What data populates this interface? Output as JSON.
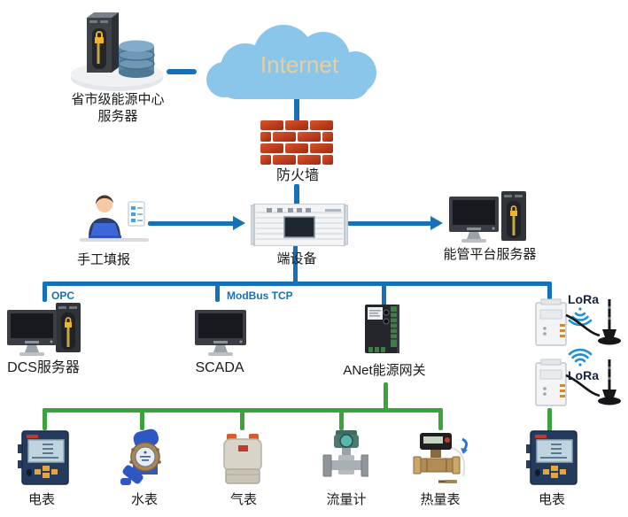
{
  "colors": {
    "line_blue": "#1572B9",
    "line_green": "#3CA23C",
    "cloud_fill": "#8AC6EA",
    "internet_text": "#EBCD9C",
    "brick_red": "#C24323",
    "label_text": "#1A1A1A",
    "protocol_text": "#1572B9"
  },
  "nodes": {
    "energy_center_server": {
      "label_line1": "省市级能源中心",
      "label_line2": "服务器"
    },
    "internet_cloud": {
      "label": "Internet"
    },
    "firewall": {
      "label": "防火墙"
    },
    "manual_entry": {
      "label": "手工填报"
    },
    "end_device": {
      "label": "端设备"
    },
    "energy_platform_server": {
      "label": "能管平台服务器"
    },
    "dcs_server": {
      "label": "DCS服务器"
    },
    "scada": {
      "label": "SCADA"
    },
    "anet_gateway": {
      "label": "ANet能源网关"
    },
    "lora_top": {
      "label": "LoRa"
    },
    "lora_bottom": {
      "label": "LoRa"
    },
    "electric_meter_left": {
      "label": "电表"
    },
    "water_meter": {
      "label": "水表"
    },
    "gas_meter": {
      "label": "气表"
    },
    "flow_meter": {
      "label": "流量计"
    },
    "heat_meter": {
      "label": "热量表"
    },
    "electric_meter_right": {
      "label": "电表"
    }
  },
  "edge_labels": {
    "opc": "OPC",
    "modbus_tcp": "ModBus TCP"
  }
}
